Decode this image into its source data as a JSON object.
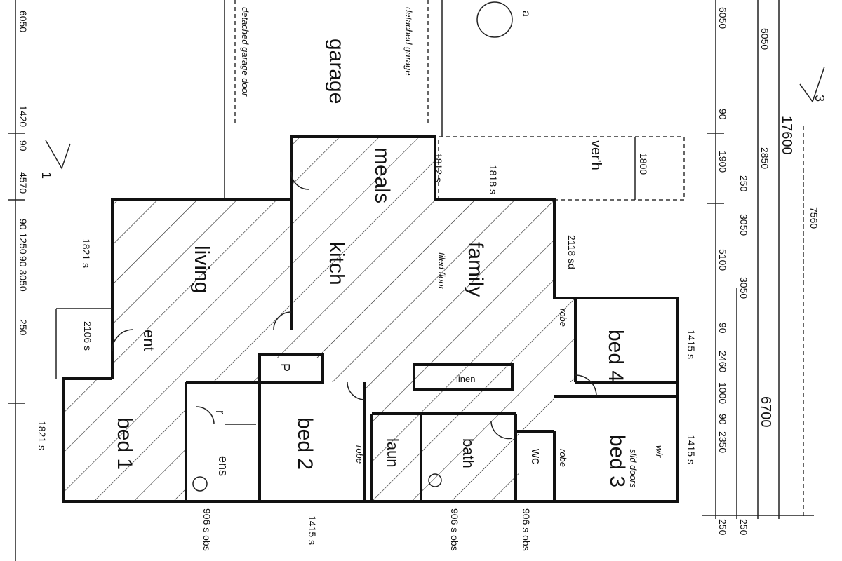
{
  "title": "Floor plan",
  "rooms": {
    "garage": "garage",
    "meals": "meals",
    "kitch": "kitch",
    "family": "family",
    "living": "living",
    "ent": "ent",
    "bed1": "bed 1",
    "bed2": "bed 2",
    "bed3": "bed 3",
    "bed4": "bed 4",
    "bath": "bath",
    "laun": "laun",
    "ens": "ens",
    "wc": "wc",
    "linen": "linen",
    "verh": "ver'h",
    "pantry": "P",
    "robe": "r"
  },
  "notes": {
    "garage_door": "detached garage door",
    "detached_garage": "detached garage",
    "tiled_floor": "tiled floor",
    "sliding_doors": "slid doors",
    "robe1": "robe",
    "robe2": "robe",
    "robe3": "robe",
    "wir": "w/r"
  },
  "markers": {
    "section1": "1",
    "section3": "3",
    "north": "a"
  },
  "dimensions": {
    "d1821a": "1821 s",
    "d2106": "2106 s",
    "d1812": "1812 s",
    "d1818": "1818 s",
    "d1800": "1800",
    "d2118": "2118 sd",
    "d1415a": "1415 s",
    "d1415b": "1415 s",
    "d1821b": "1821 s",
    "d906a": "906 s obs",
    "d1415c": "1415 s",
    "d906b": "906 s obs",
    "d906c": "906 s obs",
    "r6050": "6050",
    "r90a": "90",
    "r1900": "1900",
    "r5100": "5100",
    "r90b": "90",
    "r2460": "2460",
    "r1000": "1000",
    "r90c": "90",
    "r2350": "2350",
    "r250a": "250",
    "m6050": "6050",
    "m2850": "2850",
    "m250": "250",
    "m3050a": "3050",
    "m3050b": "3050",
    "m250b": "250",
    "t17600": "17600",
    "t6700": "6700",
    "o7560": "7560",
    "l6050": "6050",
    "l1420": "1420",
    "l90a": "90",
    "l4570": "4570",
    "l1250": "90 1250",
    "l3050": "90 3050",
    "l250": "250"
  }
}
